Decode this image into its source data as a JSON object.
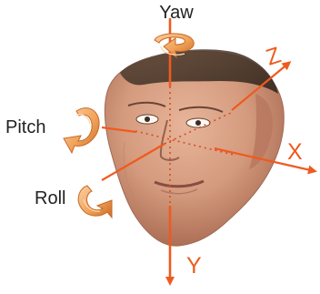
{
  "diagram": {
    "rotation_labels": {
      "yaw": "Yaw",
      "pitch": "Pitch",
      "roll": "Roll"
    },
    "axis_labels": {
      "x": "X",
      "y": "Y",
      "z": "Z"
    },
    "colors": {
      "axis": "#ef5a1f",
      "rotation_arrow": "#f1a35a",
      "rotation_arrow_dark": "#c96a24",
      "label_text": "#222222",
      "skin": "#d49a7d",
      "skin_shadow": "#a86a52",
      "hair": "#3b2d22"
    },
    "icons": {
      "yaw_arrow": "curved-rotation-arrow-icon",
      "pitch_arrow": "curved-rotation-arrow-icon",
      "roll_arrow": "curved-rotation-arrow-icon",
      "face": "head-model-icon"
    }
  }
}
